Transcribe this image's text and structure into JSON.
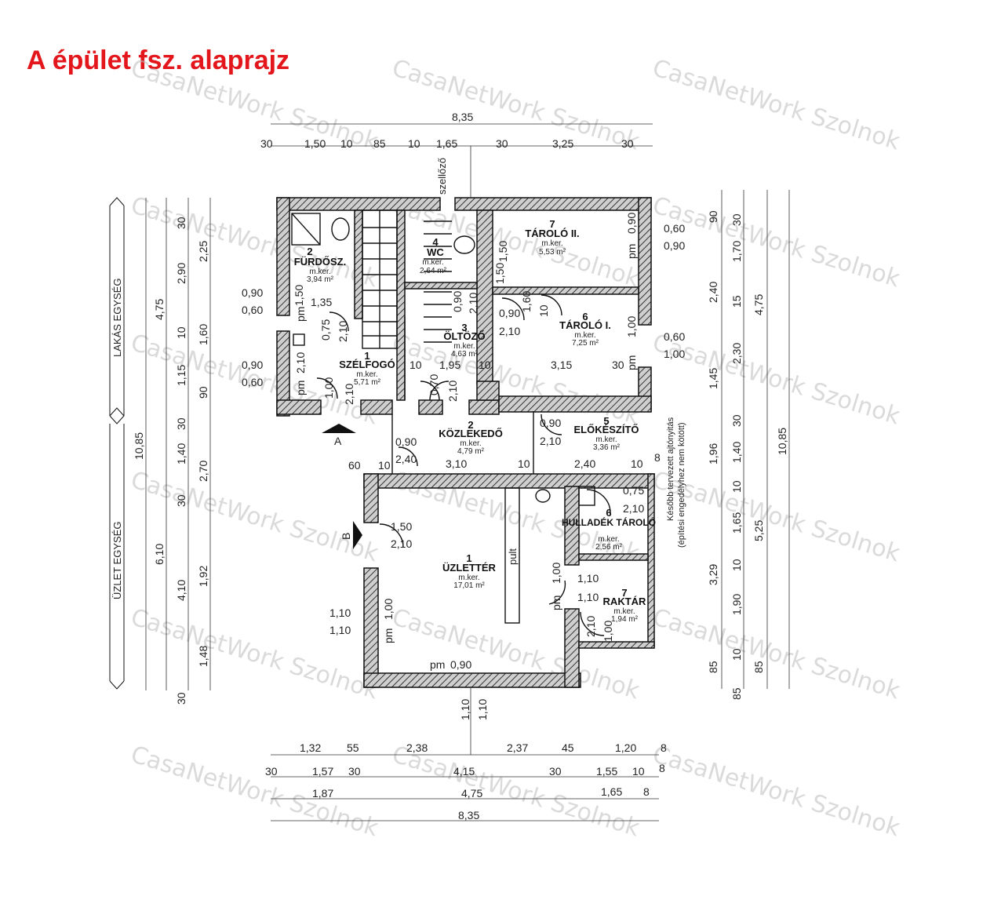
{
  "title": "A épület fsz. alaprajz",
  "watermark": "CasaNetWork Szolnok",
  "units": {
    "lakas": "LAKÁS EGYSÉG",
    "uzlet": "ÜZLET EGYSÉG"
  },
  "rooms": [
    {
      "num": "2",
      "name": "FÜRDŐSZ.",
      "kind": "m.ker.",
      "area": "3,94 m²"
    },
    {
      "num": "4",
      "name": "WC",
      "kind": "m.ker.",
      "area": "2,64 m²"
    },
    {
      "num": "7",
      "name": "TÁROLÓ II.",
      "kind": "m.ker.",
      "area": "5,53 m²"
    },
    {
      "num": "3",
      "name": "ÖLTÖZŐ",
      "kind": "m.ker.",
      "area": "4,63 m²"
    },
    {
      "num": "6",
      "name": "TÁROLÓ I.",
      "kind": "m.ker.",
      "area": "7,25 m²"
    },
    {
      "num": "1",
      "name": "SZÉLFOGÓ",
      "kind": "m.ker.",
      "area": "5,71 m²"
    },
    {
      "num": "2",
      "name": "KÖZLEKEDŐ",
      "kind": "m.ker.",
      "area": "4,79 m²"
    },
    {
      "num": "5",
      "name": "ELŐKÉSZÍTŐ",
      "kind": "m.ker.",
      "area": "3,36 m²"
    },
    {
      "num": "6",
      "name": "HULLADÉK TÁROLÓ",
      "kind": "m.ker.",
      "area": "2,56 m²"
    },
    {
      "num": "1",
      "name": "ÜZLETTÉR",
      "kind": "m.ker.",
      "area": "17,01 m²"
    },
    {
      "num": "7",
      "name": "RAKTÁR",
      "kind": "m.ker.",
      "area": "1,94 m²"
    }
  ],
  "labels": {
    "szellozo": "szellőző",
    "pult": "pult",
    "entrance_a": "A",
    "entrance_b": "B",
    "note_line1": "Később tervezett ajtónyitás",
    "note_line2": "(építési engedélyhez nem kötött)"
  },
  "dims_top": {
    "total": "8,35",
    "row": [
      "30",
      "1,50",
      "10",
      "85",
      "10",
      "1,65",
      "30",
      "3,25",
      "30"
    ]
  },
  "dims_bottom": {
    "row1": [
      "1,32",
      "55",
      "2,38",
      "2,37",
      "45",
      "1,20",
      "8"
    ],
    "row2": [
      "30",
      "1,57",
      "30",
      "4,15",
      "30",
      "1,55",
      "10",
      "8"
    ],
    "row3": [
      "1,87",
      "4,75",
      "1,65",
      "8"
    ],
    "total": "8,35"
  },
  "dims_left": {
    "col1": [
      "10,85"
    ],
    "col2": [
      "4,75",
      "6,10"
    ],
    "col3": [
      "30",
      "2,90",
      "10",
      "1,15",
      "30",
      "1,40",
      "30",
      "4,10",
      "30"
    ],
    "col4": [
      "2,25",
      "1,60",
      "90",
      "2,70",
      "1,92",
      "1,48"
    ]
  },
  "dims_right": {
    "col1": [
      "90",
      "2,40",
      "1,45",
      "1,96",
      "3,29",
      "85",
      "85"
    ],
    "col2": [
      "30",
      "1,70",
      "15",
      "2,30",
      "30",
      "1,40",
      "10",
      "1,65",
      "10",
      "1,90",
      "10"
    ],
    "col3": [
      "4,75",
      "5,25",
      "85"
    ],
    "col4": [
      "10,85"
    ]
  },
  "openings": [
    "0,90",
    "0,60",
    "0,90",
    "0,60",
    "1,35",
    "1,50",
    "0,75",
    "2,10",
    "0,90",
    "0,60",
    "0,90",
    "0,60",
    "1,00",
    "2,10",
    "1,95",
    "10",
    "10",
    "1,00",
    "2,10",
    "0,70",
    "2,10",
    "0,90",
    "2,10",
    "0,90",
    "2,10",
    "1,60",
    "10",
    "1,50",
    "3,15",
    "30",
    "1,50",
    "0,90",
    "2,40",
    "60",
    "10",
    "3,10",
    "10",
    "0,90",
    "2,10",
    "2,40",
    "10",
    "8",
    "0,75",
    "2,10",
    "1,50",
    "2,10",
    "1,10",
    "1,10",
    "1,00",
    "1,00",
    "1,10",
    "1,10",
    "1,00",
    "0,90",
    "2,10",
    "1,00",
    "1,10",
    "1,10"
  ],
  "pm_prefix": "pm"
}
